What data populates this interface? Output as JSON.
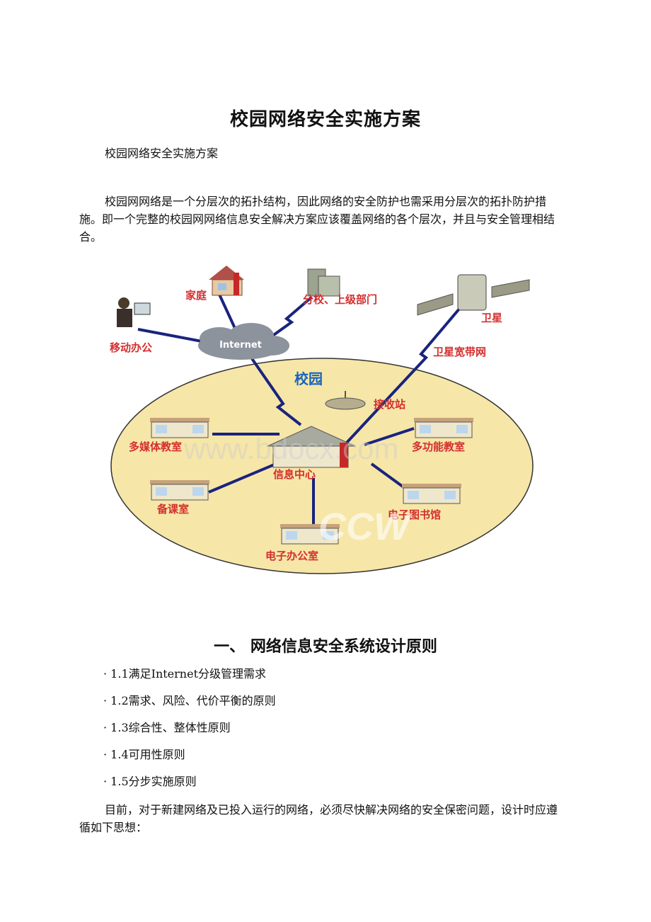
{
  "title": "校园网络安全实施方案",
  "subtitle": "校园网络安全实施方案",
  "intro": "校园网网络是一个分层次的拓扑结构，因此网络的安全防护也需采用分层次的拓扑防护措施。即一个完整的校园网网络信息安全解决方案应该覆盖网络的各个层次，并且与安全管理相结合。",
  "diagram": {
    "home": "家庭",
    "branch": "分校、上级部门",
    "satellite": "卫星",
    "mobile": "移动办公",
    "internet": "Internet",
    "sat_network": "卫星宽带网",
    "campus": "校园",
    "station": "接收站",
    "multimedia": "多媒体教室",
    "multifunction": "多功能教室",
    "info_center": "信息中心",
    "prep_room": "备课室",
    "elibrary": "电子图书馆",
    "eoffice": "电子办公室",
    "watermark1": "www.bdocx.com",
    "watermark2": "CCW"
  },
  "section1": {
    "heading": "一、 网络信息安全系统设计原则",
    "items": [
      "· 1.1满足Internet分级管理需求",
      "· 1.2需求、风险、代价平衡的原则",
      "· 1.3综合性、整体性原则",
      "· 1.4可用性原则",
      "· 1.5分步实施原则"
    ]
  },
  "closing": "目前，对于新建网络及已投入运行的网络，必须尽快解决网络的安全保密问题，设计时应遵循如下思想：",
  "colors": {
    "line": "#1a237e",
    "label": "#d32f2f",
    "campus_fill": "#f6e6a8",
    "campus_label": "#1565c0"
  }
}
